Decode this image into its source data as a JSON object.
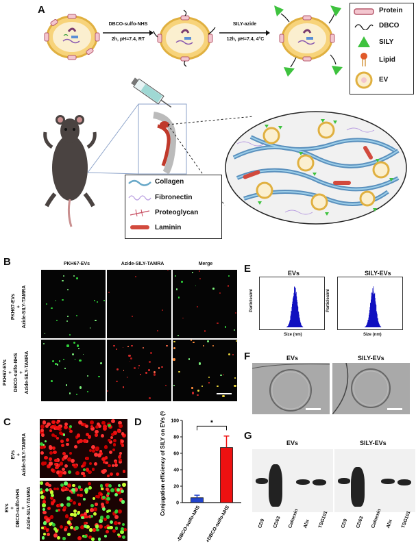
{
  "panels": {
    "A": "A",
    "B": "B",
    "C": "C",
    "D": "D",
    "E": "E",
    "F": "F",
    "G": "G"
  },
  "panelA": {
    "step1_top": "DBCO-sulfo-NHS",
    "step1_bottom": "2h, pH=7.4, RT",
    "step2_top": "SILY-azide",
    "step2_bottom": "12h, pH=7.4, 4°C",
    "legend": [
      "Protein",
      "DBCO",
      "SILY",
      "Lipid",
      "EV"
    ],
    "ecm_legend": [
      "Collagen",
      "Fibronectin",
      "Proteoglycan",
      "Laminin"
    ]
  },
  "panelB": {
    "columns": [
      "PKH67-EVs",
      "Azide-SILY-TAMRA",
      "Merge"
    ],
    "row1": [
      "PKH67-EVs",
      "+",
      "Azide-SILY-TAMRA"
    ],
    "row2": [
      "PKH67-EVs",
      "+",
      "DBCO-sulfo-NHS",
      "+",
      "Azide-SILY-TAMRA"
    ]
  },
  "panelC": {
    "row1": [
      "EVs",
      "+",
      "Azide-SILY-TAMRA"
    ],
    "row2": [
      "EVs",
      "+",
      "DBCO-sulfo-NHS",
      "+",
      "Azide-SILY-TAMRA"
    ]
  },
  "chart_data": [
    {
      "type": "bar",
      "ylabel": "Conjugation efficiency of SILY on EVs (%)",
      "categories": [
        "-DBCO-sulfo-NHS",
        "+DBCO-sulfo-NHS"
      ],
      "values": [
        6,
        67
      ],
      "errors": [
        3,
        14
      ],
      "ylim": [
        0,
        100
      ],
      "yticks": [
        "0",
        "20",
        "40",
        "60",
        "80",
        "100"
      ],
      "colors": [
        "#2244cc",
        "#ee1111"
      ],
      "annotation": "*"
    }
  ],
  "panelE": {
    "left_title": "EVs",
    "right_title": "SILY-EVs",
    "ylabel": "Particles/ml",
    "xlabel": "Size (nm)"
  },
  "panelF": {
    "left_title": "EVs",
    "right_title": "SILY-EVs"
  },
  "panelG": {
    "left_title": "EVs",
    "right_title": "SILY-EVs",
    "lanes": [
      "CD9",
      "CD63",
      "Calnexin",
      "Alix",
      "TSG101"
    ]
  }
}
